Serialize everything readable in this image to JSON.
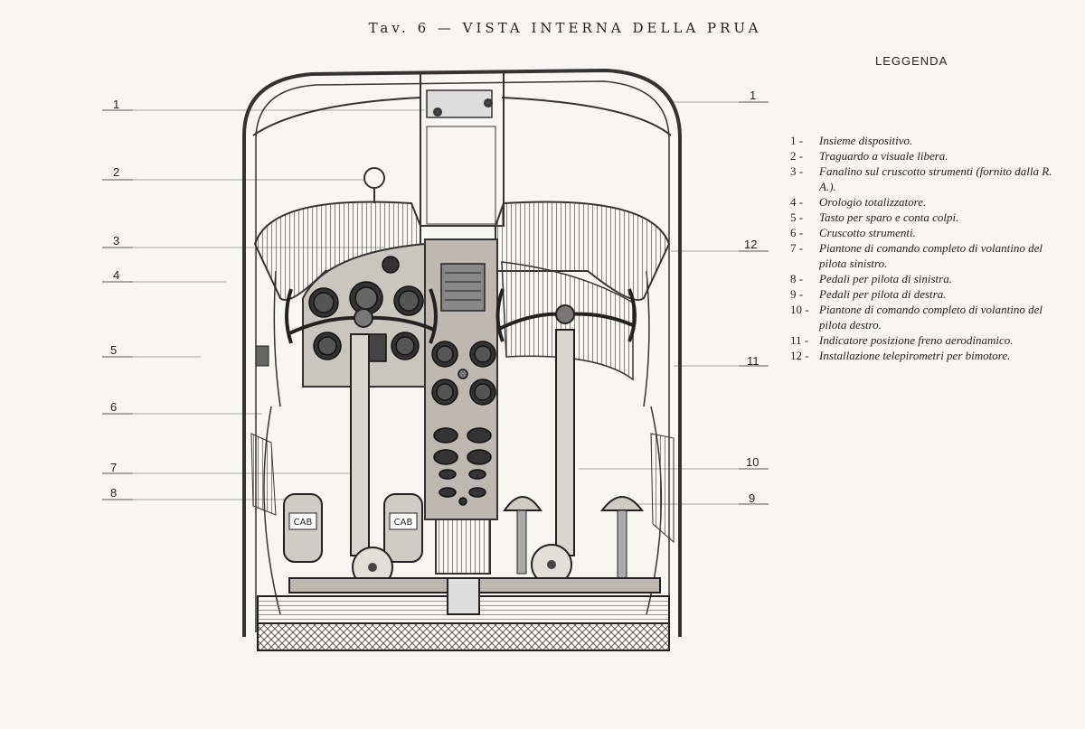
{
  "title": "Tav. 6 — VISTA INTERNA DELLA PRUA",
  "legend_heading": "LEGGENDA",
  "legend": [
    {
      "num": "1 -",
      "text": "Insieme dispositivo."
    },
    {
      "num": "2 -",
      "text": "Traguardo a visuale libera."
    },
    {
      "num": "3 -",
      "text": "Fanalino sul cruscotto strumenti (fornito dalla R. A.)."
    },
    {
      "num": "4 -",
      "text": "Orologio totalizzatore."
    },
    {
      "num": "5 -",
      "text": "Tasto per sparo e conta colpi."
    },
    {
      "num": "6 -",
      "text": "Cruscotto strumenti."
    },
    {
      "num": "7 -",
      "text": "Piantone di comando completo di volantino del pilota sinistro."
    },
    {
      "num": "8 -",
      "text": "Pedali per pilota di sinistra."
    },
    {
      "num": "9 -",
      "text": "Pedali per pilota di destra."
    },
    {
      "num": "10 -",
      "text": "Piantone di comando completo di volantino del pilota destro."
    },
    {
      "num": "11 -",
      "text": "Indicatore posizione freno aerodinamico."
    },
    {
      "num": "12 -",
      "text": "Installazione telepirometri per bimotore."
    }
  ],
  "callouts": {
    "left": [
      "1",
      "2",
      "3",
      "4",
      "5",
      "6",
      "7",
      "8"
    ],
    "right": [
      "1",
      "12",
      "11",
      "10",
      "9"
    ]
  },
  "pedal_badge": "CAB"
}
